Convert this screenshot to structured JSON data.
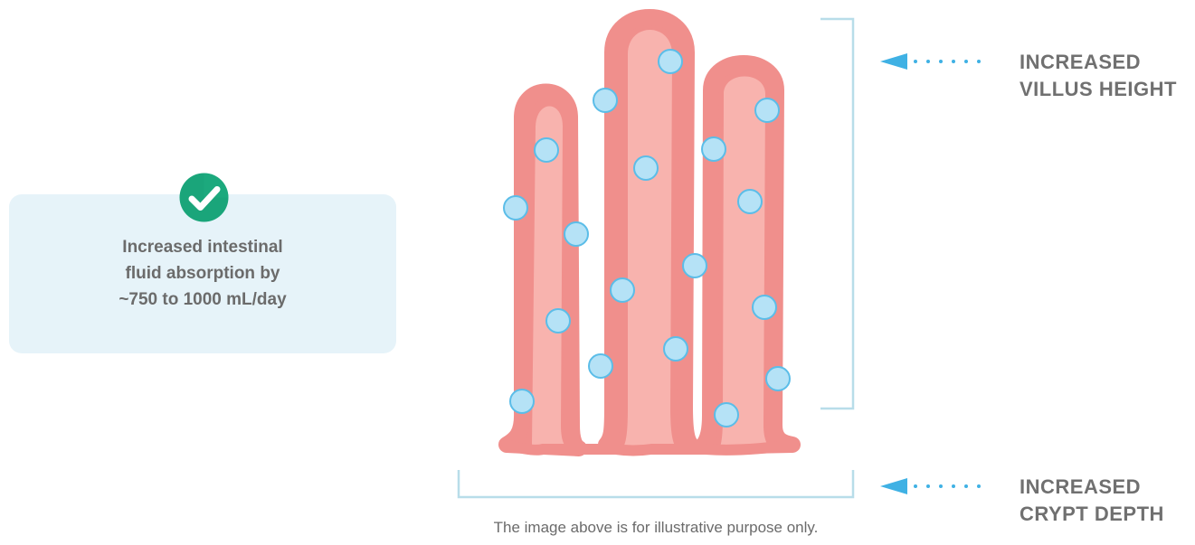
{
  "status_card": {
    "icon": "check-circle-icon",
    "line1": "Increased intestinal",
    "line2": "fluid absorption by",
    "line3": "~750 to 1000 mL/day"
  },
  "labels": {
    "villus": {
      "line1": "INCREASED",
      "line2": "VILLUS HEIGHT"
    },
    "crypt": {
      "line1": "INCREASED",
      "line2": "CRYPT DEPTH"
    }
  },
  "caption": "The image above is for illustrative purpose only.",
  "colors": {
    "card_background": "#e6f3f9",
    "check_green": "#1aa57a",
    "villus_outer": "#f08f8c",
    "villus_inner": "#f8b3ae",
    "cell_fill": "#b5e2f6",
    "cell_stroke": "#5bbde8",
    "bracket": "#b8dde9",
    "arrow": "#3fb1e4",
    "label_text": "#707070"
  }
}
